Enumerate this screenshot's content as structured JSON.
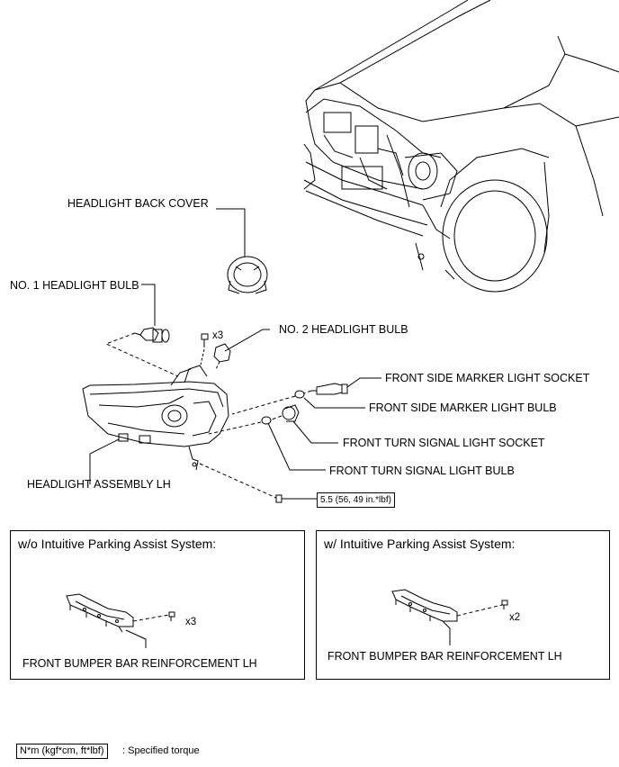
{
  "callouts": {
    "headlight_back_cover": "HEADLIGHT BACK COVER",
    "no1_headlight_bulb": "NO. 1 HEADLIGHT BULB",
    "no2_headlight_bulb": "NO. 2 HEADLIGHT BULB",
    "front_side_marker_light_socket": "FRONT SIDE MARKER LIGHT SOCKET",
    "front_side_marker_light_bulb": "FRONT SIDE MARKER LIGHT BULB",
    "front_turn_signal_light_socket": "FRONT TURN SIGNAL LIGHT SOCKET",
    "front_turn_signal_light_bulb": "FRONT TURN SIGNAL LIGHT BULB",
    "headlight_assembly_lh": "HEADLIGHT ASSEMBLY LH",
    "screw_qty_main": "x3"
  },
  "torque": "5.5 (56, 49 in.*lbf)",
  "panels": [
    {
      "title": "w/o Intuitive Parking Assist System:",
      "qty": "x3",
      "part": "FRONT BUMPER BAR REINFORCEMENT LH"
    },
    {
      "title": "w/ Intuitive Parking Assist System:",
      "qty": "x2",
      "part": "FRONT BUMPER BAR REINFORCEMENT LH"
    }
  ],
  "legend": {
    "unit_box": "N*m (kgf*cm, ft*lbf)",
    "description": ": Specified torque"
  }
}
